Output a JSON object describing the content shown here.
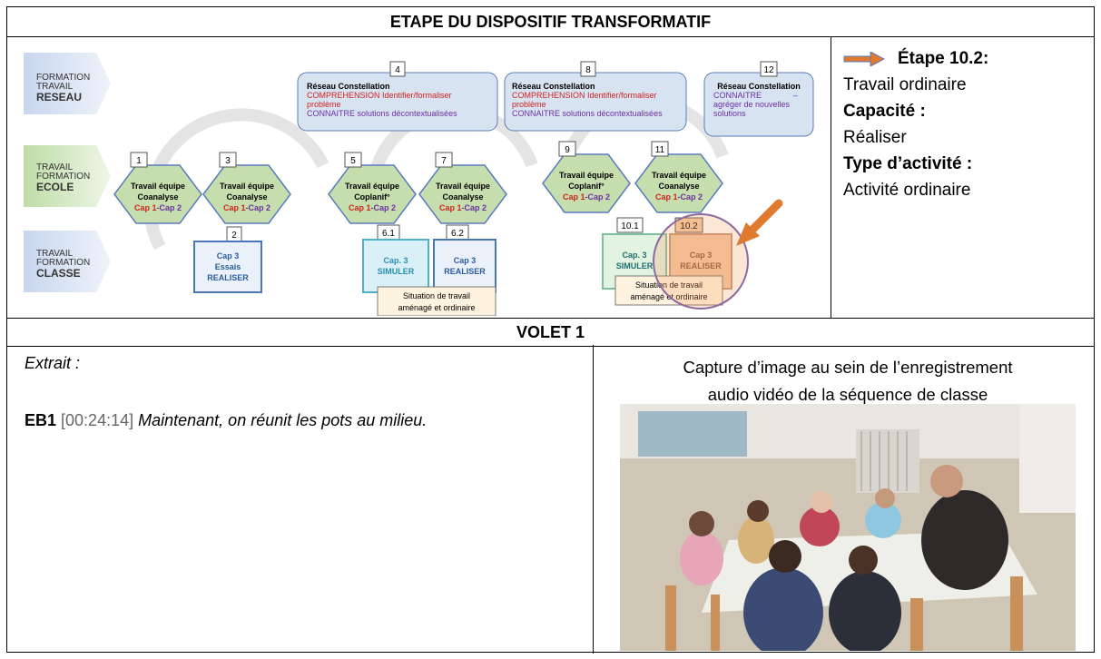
{
  "header": {
    "title": "ETAPE DU DISPOSITIF TRANSFORMATIF",
    "volet": "VOLET 1"
  },
  "diagram": {
    "rows": [
      {
        "line1": "FORMATION",
        "line2": "TRAVAIL",
        "line3": "RESEAU"
      },
      {
        "line1": "TRAVAIL",
        "line2": "FORMATION",
        "line3": "ECOLE"
      },
      {
        "line1": "TRAVAIL",
        "line2": "FORMATION",
        "line3": "CLASSE"
      }
    ],
    "reseau": [
      {
        "num": "4",
        "title": "Réseau Constellation",
        "l1": "COMPREHENSION Identifier/formaliser",
        "l2": "problème",
        "l3": "CONNAITRE solutions décontextualisées"
      },
      {
        "num": "8",
        "title": "Réseau Constellation",
        "l1": "COMPREHENSION Identifier/formaliser",
        "l2": "problème",
        "l3": "CONNAITRE solutions décontextualisées"
      },
      {
        "num": "12",
        "title": "Réseau Constellation",
        "l1": "CONNAITRE",
        "l1b": "–",
        "l2": "agréger de nouvelles",
        "l3": "solutions"
      }
    ],
    "ecole": [
      {
        "num": "1",
        "l1": "Travail équipe",
        "l2": "Coanalyse",
        "c1": "Cap 1",
        "c2": "-Cap 2"
      },
      {
        "num": "3",
        "l1": "Travail équipe",
        "l2": "Coanalyse",
        "c1": "Cap 1",
        "c2": "-Cap 2"
      },
      {
        "num": "5",
        "l1": "Travail équipe",
        "l2": "Coplanif°",
        "c1": "Cap 1",
        "c2": "-Cap 2"
      },
      {
        "num": "7",
        "l1": "Travail équipe",
        "l2": "Coanalyse",
        "c1": "Cap 1",
        "c2": "-Cap 2"
      },
      {
        "num": "9",
        "l1": "Travail équipe",
        "l2": "Coplanif°",
        "c1": "Cap 1",
        "c2": "-Cap 2"
      },
      {
        "num": "11",
        "l1": "Travail équipe",
        "l2": "Coanalyse",
        "c1": "Cap 1",
        "c2": "-Cap 2"
      }
    ],
    "classe": [
      {
        "num": "2",
        "l1": "Cap 3",
        "l2": "Essais",
        "l3": "REALISER"
      },
      {
        "num": "6.1",
        "l1": "Cap. 3",
        "l2": "SIMULER"
      },
      {
        "num": "6.2",
        "l1": "Cap 3",
        "l2": "REALISER"
      },
      {
        "num": "10.1",
        "l1": "Cap. 3",
        "l2": "SIMULER"
      },
      {
        "num": "10.2",
        "l1": "Cap 3",
        "l2": "REALISER"
      }
    ],
    "situations": [
      {
        "l1": "Situation de travail",
        "l2": "aménagé et ordinaire"
      },
      {
        "l1": "Situation de travail",
        "l2": "aménagé et ordinaire"
      }
    ]
  },
  "side": {
    "etape": "Étape 10.2:",
    "travail": "Travail ordinaire",
    "capacite_label": "Capacité :",
    "capacite_value": "Réaliser",
    "type_label": "Type d’activité :",
    "type_value": "Activité ordinaire"
  },
  "extract": {
    "label": "Extrait :",
    "speaker": "EB1",
    "timestamp": "[00:24:14]",
    "text": "Maintenant, on réunit les pots au milieu."
  },
  "caption": {
    "line1": "Capture d’image au sein de l’enregistrement",
    "line2": "audio vidéo de la séquence de classe"
  },
  "colors": {
    "arrow_orange": "#e07a2e",
    "reseau_fill": "#d8e3f2",
    "ecole_fill": "#c6deae",
    "classe_border": "#4a78b5",
    "red": "#d0231f",
    "purple": "#6b2fa3"
  }
}
